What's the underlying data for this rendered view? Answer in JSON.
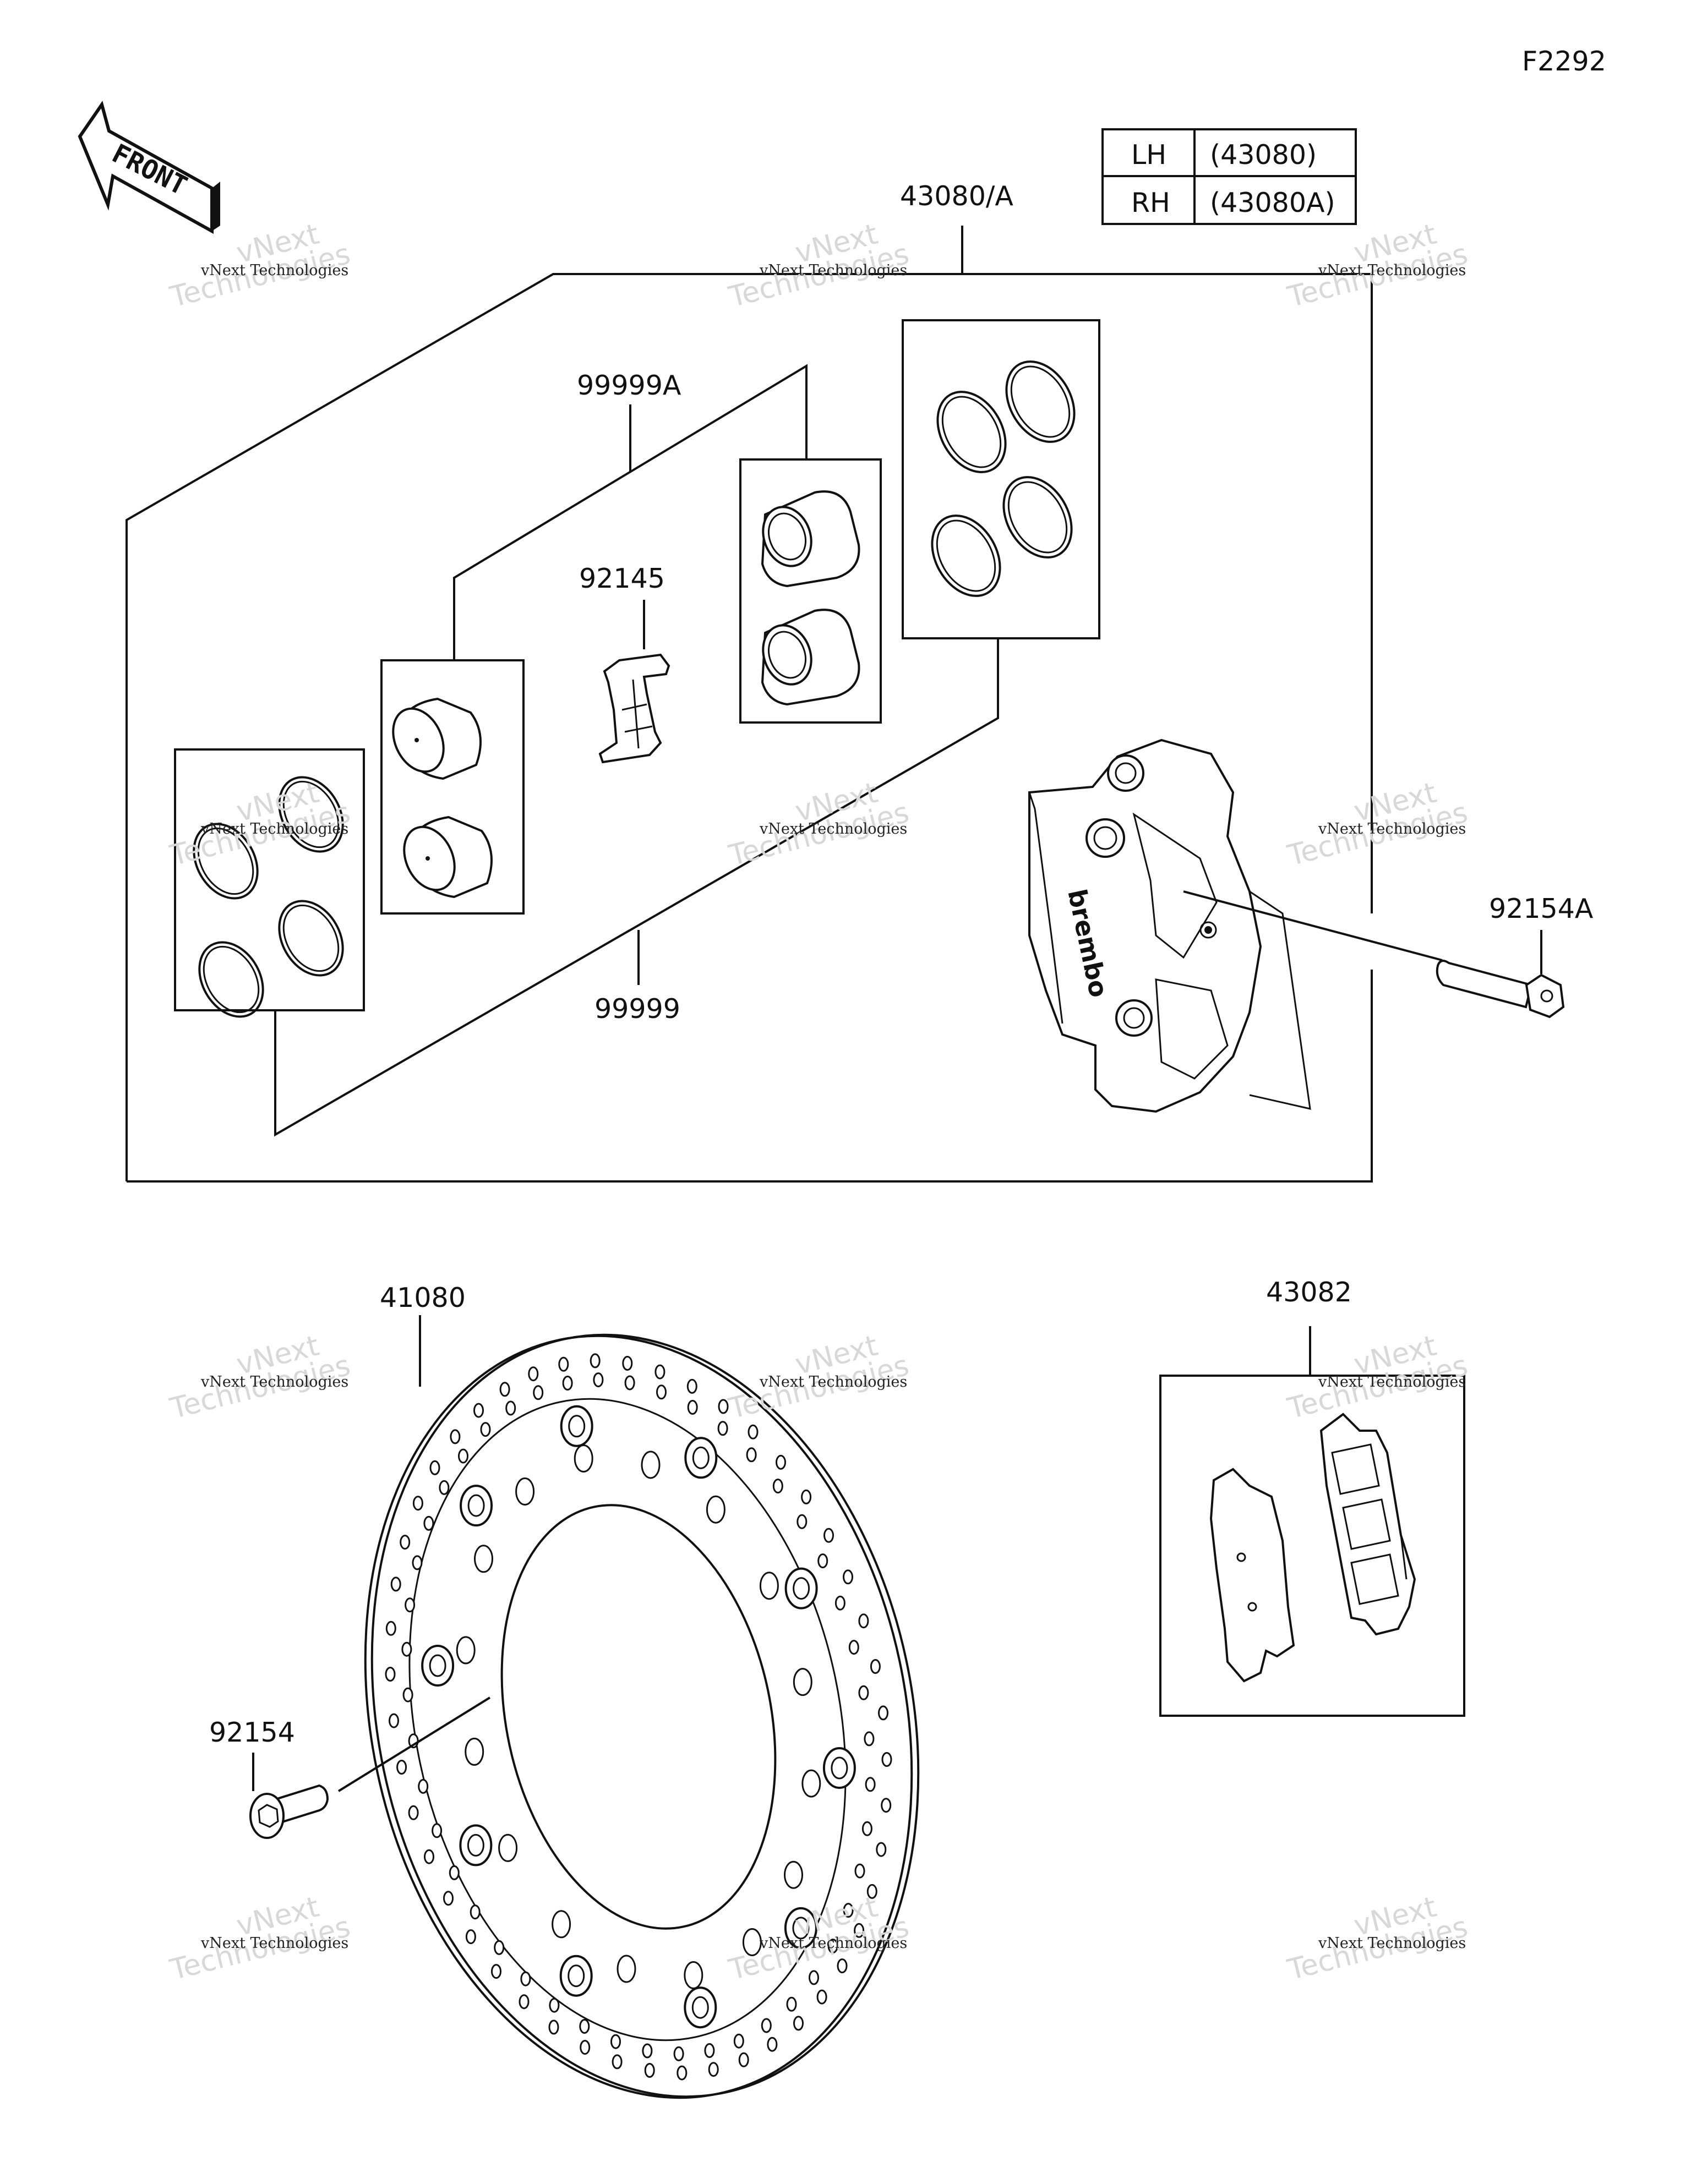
{
  "figure_code": "F2292",
  "front_label": "FRONT",
  "brand_mark": "brembo",
  "variant_table": [
    {
      "side": "LH",
      "code": "(43080)"
    },
    {
      "side": "RH",
      "code": "(43080A)"
    }
  ],
  "parts": {
    "caliper_assembly": "43080/A",
    "seal_kit_a": "99999A",
    "seal_kit": "99999",
    "pad_spring": "92145",
    "caliper_bolt": "92154A",
    "brake_disc": "41080",
    "brake_pads": "43082",
    "disc_bolt": "92154"
  },
  "watermark": {
    "line1": "vNext Technologies",
    "line2": "vNext",
    "line3": "Technologies"
  }
}
